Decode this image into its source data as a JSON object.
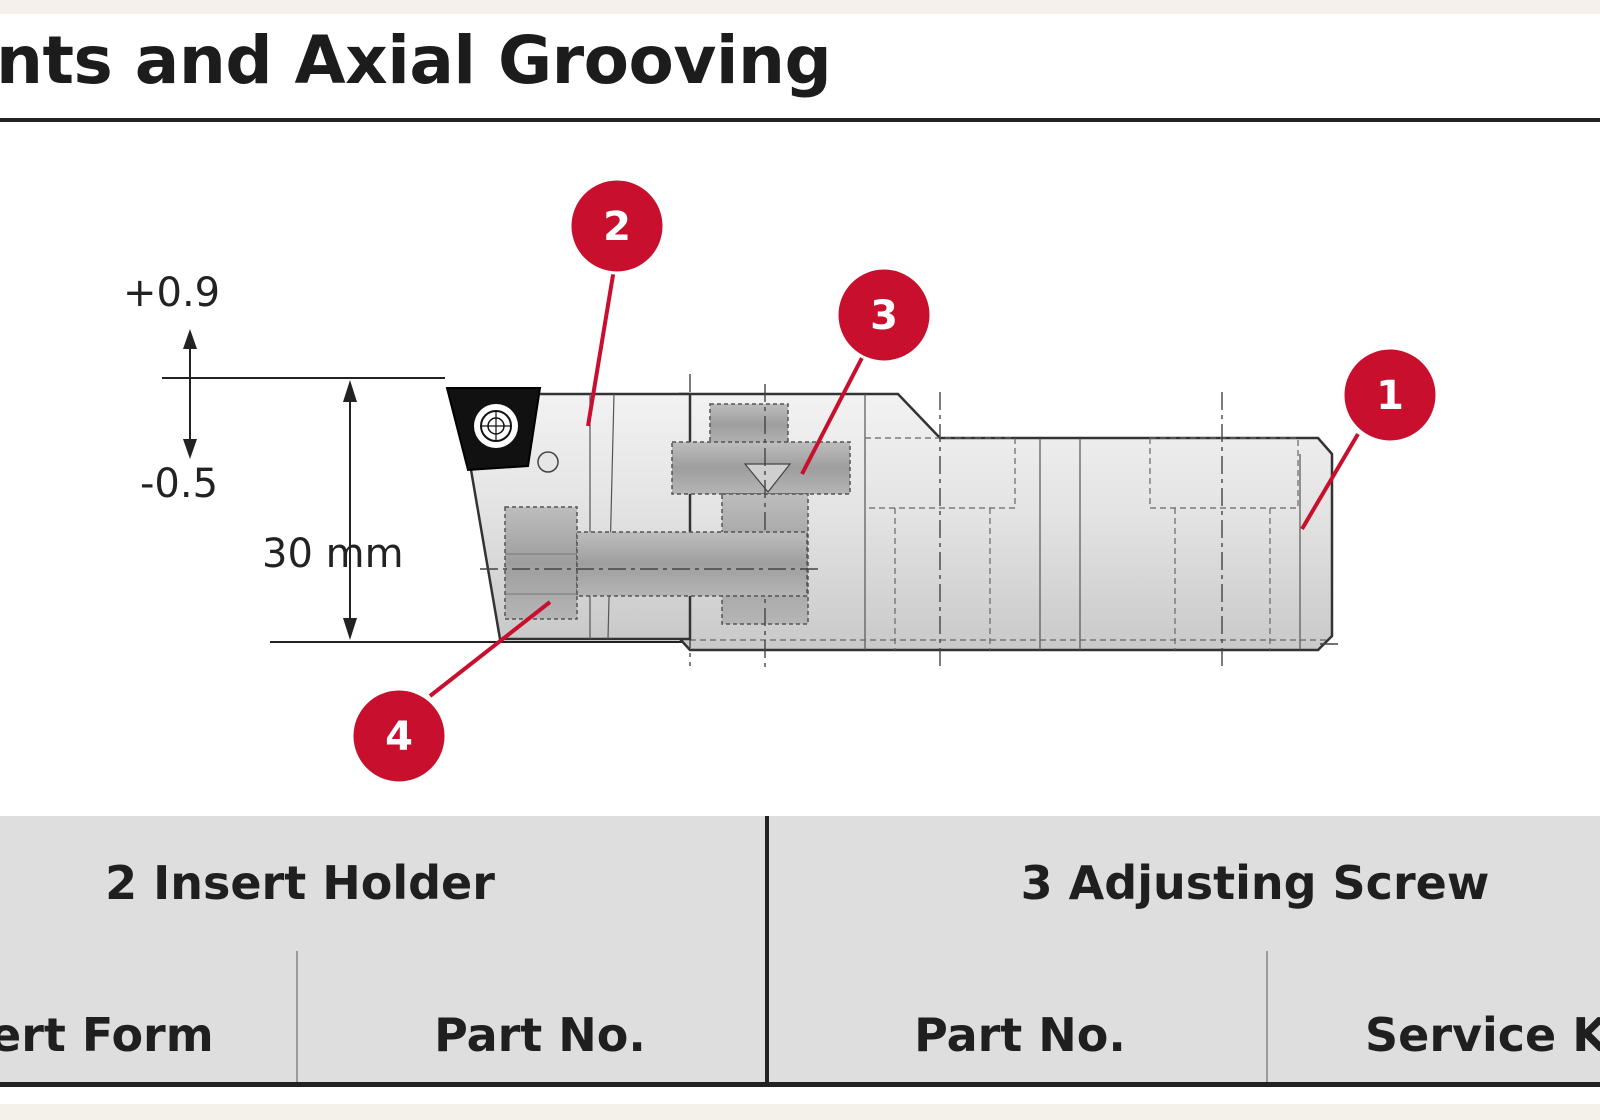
{
  "page": {
    "title": "nts and Axial Grooving"
  },
  "diagram": {
    "dimension_upper": "+0.9",
    "dimension_lower": "-0.5",
    "dimension_height": "30 mm",
    "callouts": [
      "1",
      "2",
      "3",
      "4"
    ],
    "callout_color": "#c8102e"
  },
  "table": {
    "groups": [
      {
        "label": "2 Insert Holder"
      },
      {
        "label": "3 Adjusting Screw"
      }
    ],
    "columns": [
      "ert Form",
      "Part No.",
      "Part No.",
      "Service Ke"
    ]
  }
}
